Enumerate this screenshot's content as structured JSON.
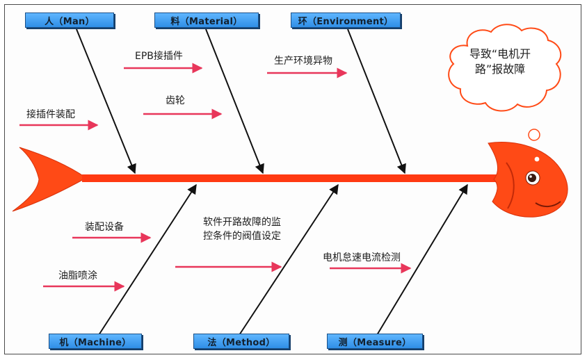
{
  "categories": {
    "man": "人（Man）",
    "material": "料（Material）",
    "environment": "环（Environment）",
    "machine": "机（Machine）",
    "method": "法（Method）",
    "measure": "测（Measure）"
  },
  "causes": {
    "epb_connector": "EPB接插件",
    "connector_assembly": "接插件装配",
    "gear": "齿轮",
    "environment_foreign": "生产环境异物",
    "assembly_equipment": "装配设备",
    "grease_spraying": "油脂喷涂",
    "threshold_setting": "软件开路故障的监控条件的阀值设定",
    "idle_current_test": "电机怠速电流检测"
  },
  "effect": "导致“电机开路”报故障",
  "colors": {
    "spine": "#ff3a12",
    "cause_arrow": "#e8365a",
    "category_box": "#3b9df2",
    "fish_body": "#ff4a16"
  }
}
